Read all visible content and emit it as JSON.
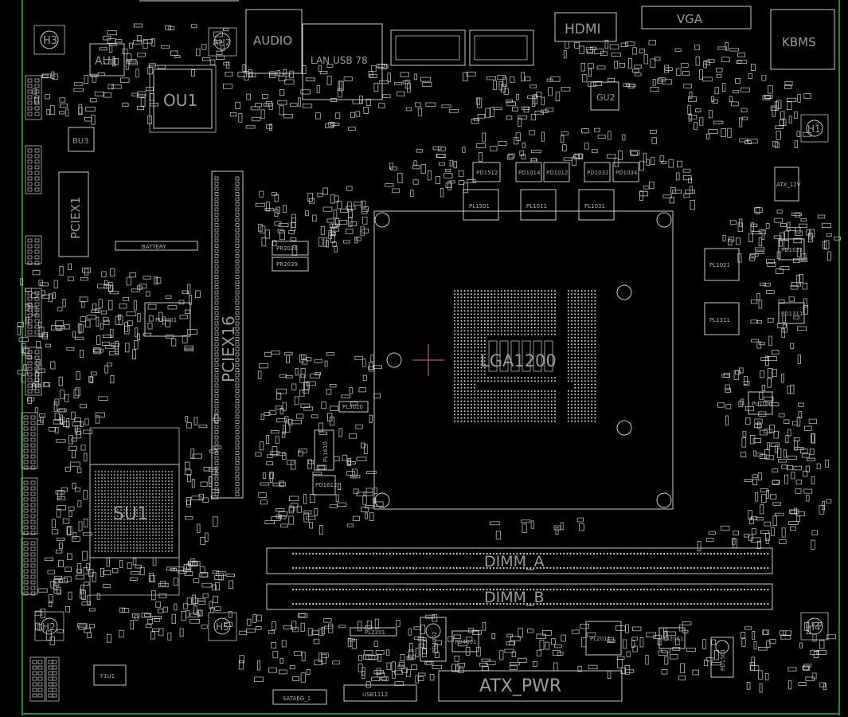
{
  "board": {
    "edge_color": "#1f8a2a",
    "outline_color": "#c8c8c8",
    "label_color": "#9a9a9a"
  },
  "labels": {
    "au1": "AU1",
    "ou1": "OU1",
    "audio": "AUDIO",
    "lan_usb": "LAN USB 78",
    "hdmi": "HDMI",
    "vga": "VGA",
    "kbms": "KBMS",
    "gu2": "GU2",
    "bu3": "BU3",
    "h3": "H3",
    "ah2": "AH2",
    "h1": "H1",
    "h2": "H2",
    "h5": "H5",
    "h4": "H4",
    "pciex1": "PCIEX1",
    "pciex16": "PCIEX16",
    "battery": "BATTERY",
    "pu4001": "PU4001",
    "su1": "SU1",
    "cpu": "LGA1200",
    "dimm_a": "DIMM_A",
    "dimm_b": "DIMM_B",
    "atx_pwr": "ATX_PWR",
    "sata_1": "SATA6G_1",
    "usb_header": "USB1112",
    "pl1501": "PL1501",
    "pl1011": "PL1011",
    "pl1031": "PL1031",
    "pl1021": "PL1021",
    "pl1311": "PL1311",
    "pl2011": "PL2011",
    "pl2201": "PL2201",
    "pl1610": "PL1610",
    "pl3020": "PL3020",
    "pr2026": "PR2026",
    "pr2039": "PR2039",
    "pu1001": "PU1001",
    "pd4002": "PD4002",
    "pd1501": "PD1501",
    "pd2011": "PD2011",
    "atx_12v": "ATX_12V",
    "pd1512": "PD1512",
    "pd1014": "PD1014",
    "pd1012": "PD1012",
    "pd1032": "PD1032",
    "pd1034": "PD1034",
    "f1u1": "F1U1",
    "pd1021": "PD1021",
    "pd1311": "PD1311",
    "pd1612": "PD1612",
    "pd4001": "PD4001",
    "pl2011b": "PL2011",
    "pl2021": "PL2201"
  }
}
